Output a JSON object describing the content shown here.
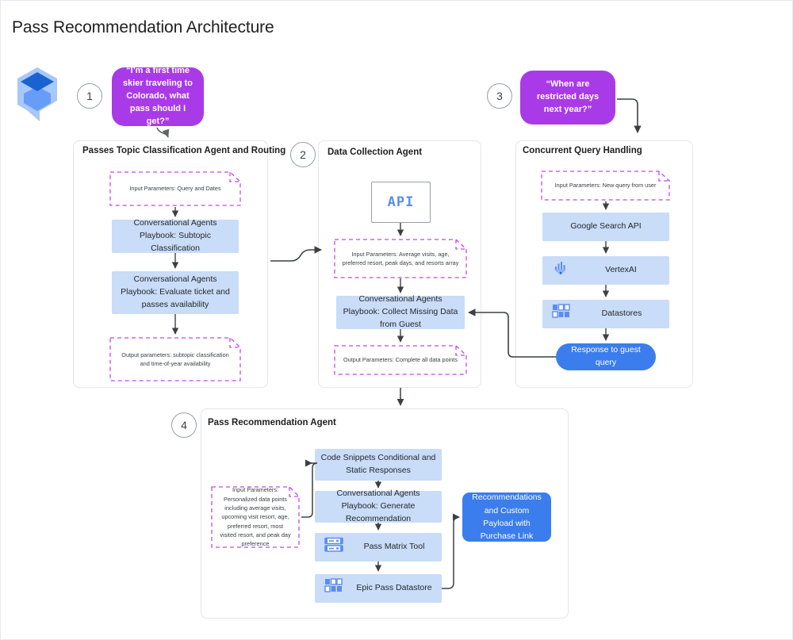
{
  "page": {
    "title": "Pass Recommendation Architecture",
    "logo_icon": "dialogflow-conversational-agents-logo"
  },
  "steps": [
    {
      "n": "1"
    },
    {
      "n": "2"
    },
    {
      "n": "3"
    },
    {
      "n": "4"
    }
  ],
  "bubbles": [
    {
      "id": "query-1",
      "text": "“I’m a first time skier traveling to Colorado, what pass should I get?”"
    },
    {
      "id": "query-3",
      "text": "“When are restricted days next year?”"
    }
  ],
  "panels": {
    "classification": {
      "title": "Passes Topic Classification Agent and Routing",
      "nodes": {
        "input_note": "Input Parameters: Query and Dates",
        "playbook_subtopic": "Conversational Agents Playbook: Subtopic Classification",
        "playbook_evaluate": "Conversational Agents Playbook: Evaluate ticket and passes availability",
        "output_note": "Output parameters: subtopic classification and time-of-year availability"
      }
    },
    "collection": {
      "title": "Data Collection Agent",
      "nodes": {
        "api": "API",
        "input_note": "Input Parameters: Average visits, age, preferred resort, peak days, and resorts array",
        "playbook_collect": "Conversational Agents Playbook: Collect Missing Data from Guest",
        "output_note": "Output Parameters: Complete all data points"
      }
    },
    "concurrent": {
      "title": "Concurrent Query Handling",
      "nodes": {
        "input_note": "Input Parameters: New query from user",
        "google_search": "Google Search API",
        "vertex_ai": "VertexAI",
        "datastores": "Datastores",
        "response": "Response to guest query"
      }
    },
    "recommendation": {
      "title": "Pass Recommendation Agent",
      "nodes": {
        "input_note": "Input Parameters: Personalized data points including average visits, upcoming visit resort, age, preferred resort, most visited resort, and peak day preference",
        "code_snippets": "Code Snippets Conditional and Static Responses",
        "playbook_generate": "Conversational Agents Playbook: Generate Recommendation",
        "pass_matrix": "Pass Matrix Tool",
        "epic_datastore": "Epic Pass Datastore",
        "recommendations": "Recommendations and Custom Payload with Purchase Link"
      }
    }
  },
  "icons": {
    "vertex_ai": "vertex-ai-icon",
    "datastores": "datastores-icon",
    "pass_matrix": "server-rack-icon",
    "epic_datastore": "datastores-icon"
  },
  "colors": {
    "purple_bubble": "#a93ae8",
    "blue_box": "#c9dcf8",
    "blue_solid": "#3b7ded",
    "note_dashed": "#c248e8",
    "panel_border": "#e3e5e8",
    "api_text": "#5b8def"
  }
}
